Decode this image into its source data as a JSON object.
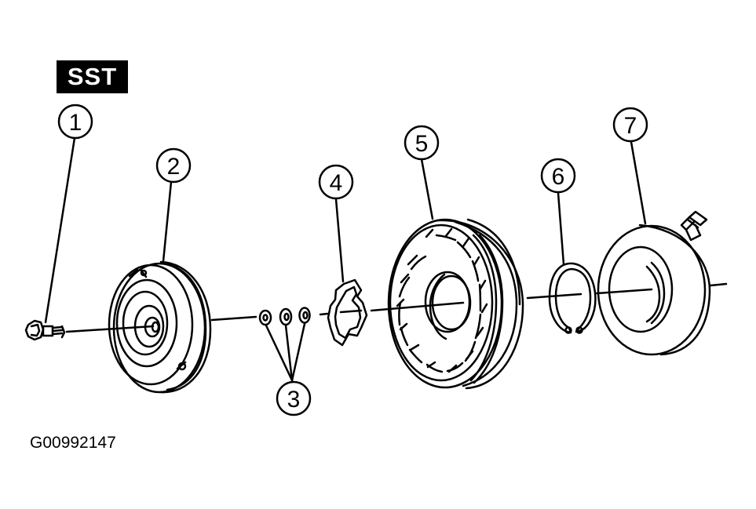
{
  "badge": {
    "label": "SST"
  },
  "figure_code": "G00992147",
  "callouts": [
    {
      "id": "1",
      "label": "1"
    },
    {
      "id": "2",
      "label": "2"
    },
    {
      "id": "3",
      "label": "3"
    },
    {
      "id": "4",
      "label": "4"
    },
    {
      "id": "5",
      "label": "5"
    },
    {
      "id": "6",
      "label": "6"
    },
    {
      "id": "7",
      "label": "7"
    }
  ],
  "colors": {
    "ink": "#000000",
    "paper": "#ffffff"
  }
}
